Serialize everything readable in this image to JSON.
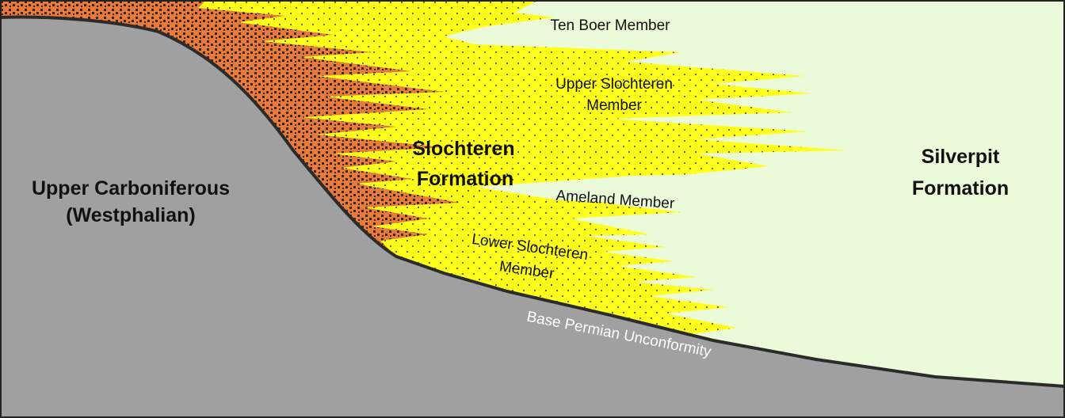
{
  "labels": {
    "upper_carboniferous": "Upper Carboniferous",
    "westphalian": "(Westphalian)",
    "slochteren": "Slochteren",
    "slochteren_formation": "Formation",
    "silverpit": "Silverpit",
    "silverpit_formation": "Formation",
    "ten_boer": "Ten Boer Member",
    "upper_slochteren": "Upper Slochteren",
    "upper_slochteren_member": "Member",
    "ameland": "Ameland Member",
    "lower_slochteren": "Lower Slochteren",
    "lower_slochteren_member": "Member",
    "base_permian": "Base Permian Unconformity"
  },
  "colors": {
    "basement": "#a0a0a0",
    "silverpit": "#ebfad9",
    "sandstone": "#ffff1a",
    "conglomerate": "#e87a3a",
    "unconformity_line": "#2b2b2b"
  }
}
